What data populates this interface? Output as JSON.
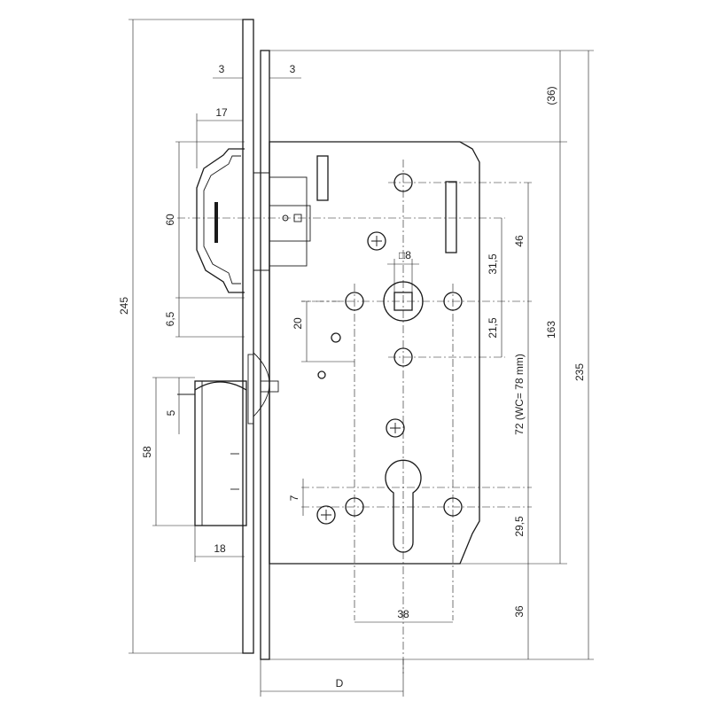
{
  "dimensions": {
    "faceplate_left": "3",
    "faceplate_right": "3",
    "latch_projection": "17",
    "latch_height": "60",
    "gap_latch_deadbolt": "6,5",
    "overall_height": "245",
    "bolt_offset": "5",
    "deadbolt_height": "58",
    "deadbolt_projection": "18",
    "spindle_square": "□8",
    "spindle_to_screw": "20",
    "spindle_to_top_hole": "31,5",
    "spindle_to_upper_hole": "46",
    "spindle_to_lower_hole": "21,5",
    "distance_wc": "72  (WC= 78 mm)",
    "top_reference": "(36)",
    "case_height": "163",
    "plate_height": "235",
    "cylinder_offset": "7",
    "cylinder_to_bottom": "29,5",
    "cylinder_hole_spacing": "38",
    "bottom_margin": "36",
    "backset": "D"
  }
}
